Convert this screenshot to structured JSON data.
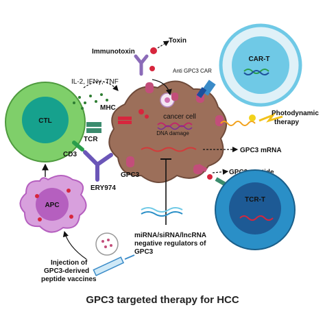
{
  "title": "GPC3 targeted therapy for HCC",
  "cells": {
    "ctl": "CTL",
    "apc": "APC",
    "car_t": "CAR-T",
    "tcr_t": "TCR-T",
    "cancer": "cancer cell",
    "dna_damage": "DNA damage"
  },
  "labels": {
    "immunotoxin": "Immunotoxin",
    "toxin": "Toxin",
    "cytokines": "IL-2, IFNγ, TNF",
    "mhc": "MHC",
    "tcr": "TCR",
    "cd3": "CD3",
    "gpc3": "GPC3",
    "ery974": "ERY974",
    "anti_gpc3_car": "Anti GPC3 CAR",
    "photodynamic_1": "Photodynamic",
    "photodynamic_2": "therapy",
    "gpc3_mrna": "GPC3 mRNA",
    "gpc3_peptide": "GPC3 peptide",
    "regulators_1": "miRNA/siRNA/lncRNA",
    "regulators_2": "negative regulators of",
    "regulators_3": "GPC3",
    "vaccine_1": "Injection of",
    "vaccine_2": "GPC3-derived",
    "vaccine_3": "peptide vaccines"
  },
  "colors": {
    "ctl_outer": "#7fcf6a",
    "ctl_inner": "#16a18d",
    "apc": "#b55fbf",
    "cancer": "#9c6f5a",
    "car_t": "#6fc9e6",
    "tcr_t": "#2a8fc7",
    "antibody": "#8b6bb8",
    "gpc3": "#c24e7a"
  }
}
